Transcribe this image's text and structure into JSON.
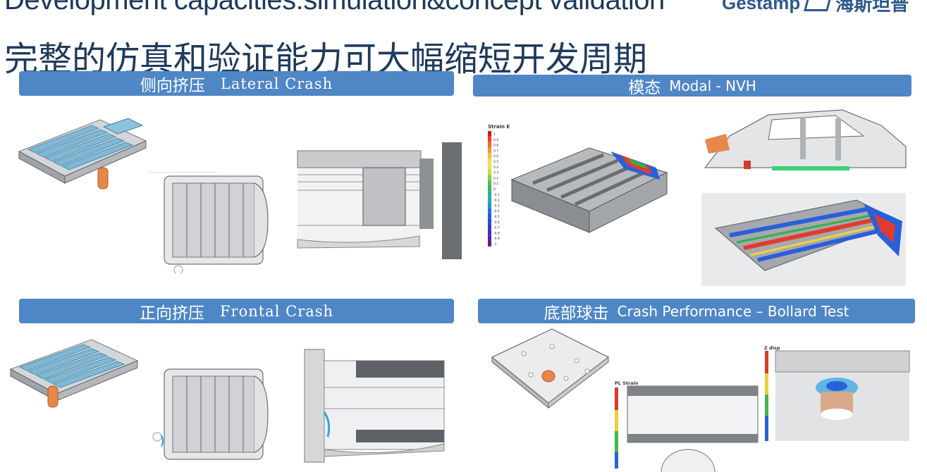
{
  "header": {
    "title_en": "Development capacities:simulation&concept validation",
    "title_cn": "完整的仿真和验证能力可大幅缩短开发周期",
    "logo_text": "Gestamp",
    "logo_cn": "海斯坦普"
  },
  "sections": {
    "lateral": {
      "cn": "侧向挤压",
      "en": "Lateral Crash"
    },
    "modal": {
      "cn": "模态",
      "en": "Modal - NVH"
    },
    "frontal": {
      "cn": "正向挤压",
      "en": "Frontal Crash"
    },
    "bollard": {
      "cn": "底部球击",
      "en": "Crash Performance – Bollard Test"
    }
  },
  "legends": {
    "strain": {
      "title": "Strain E",
      "labels": [
        "1",
        "0.9",
        "0.8",
        "0.7",
        "0.6",
        "0.5",
        "0.4",
        "0.3",
        "0.2",
        "0.1",
        "0",
        "-0.1",
        "-0.2",
        "-0.3",
        "-0.4",
        "-0.5",
        "-0.6",
        "-0.7",
        "-0.8",
        "-0.9",
        "-1"
      ]
    },
    "pl_strain": {
      "title": "PL Strain"
    },
    "z_disp": {
      "title": "Z disp"
    }
  },
  "colors": {
    "title": "#1e3a5c",
    "banner": "#4f86c6",
    "battery_blue": "#7fb8d6",
    "impactor_orange": "#e8874a"
  }
}
